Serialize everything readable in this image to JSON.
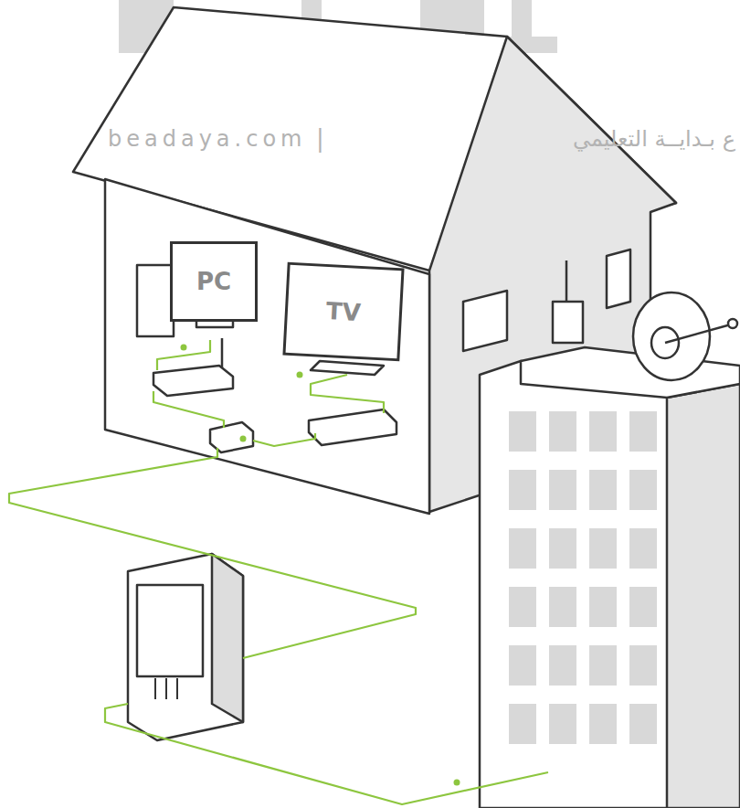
{
  "diagram": {
    "nodes": [
      {
        "text": [
          "PC"
        ]
      },
      {
        "text": [
          "TV"
        ]
      }
    ],
    "labels": [
      "beadaya.com",
      "|",
      "ع بـدايــة التعليمي"
    ]
  }
}
